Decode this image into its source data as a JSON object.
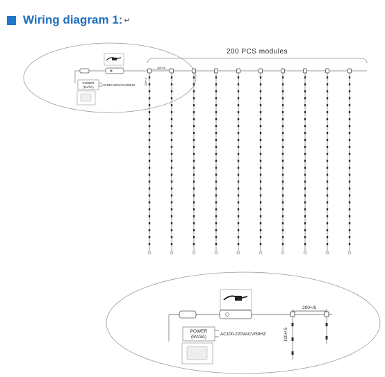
{
  "heading": {
    "title": "Wiring diagram 1:",
    "return_mark": "↵"
  },
  "diagram": {
    "modules_label": "200 PCS modules",
    "spacing_label_top": "200+/5",
    "drop_label_top": "100+/-5",
    "power_label_1": "POWER",
    "power_label_2": "(5V/3A)",
    "ac_label": "AC100-220VACV/50HZ",
    "spacing_label_bottom": "200+/5",
    "drop_label_bottom": "100+/-5",
    "power_label_bottom_1": "POWER",
    "power_label_bottom_2": "(5V/3A)",
    "ac_label_bottom": "AC100-220VACV/50HZ",
    "colors": {
      "line": "#777777",
      "node": "#333333",
      "heading": "#1f6fbf",
      "square": "#1f78c8"
    }
  }
}
